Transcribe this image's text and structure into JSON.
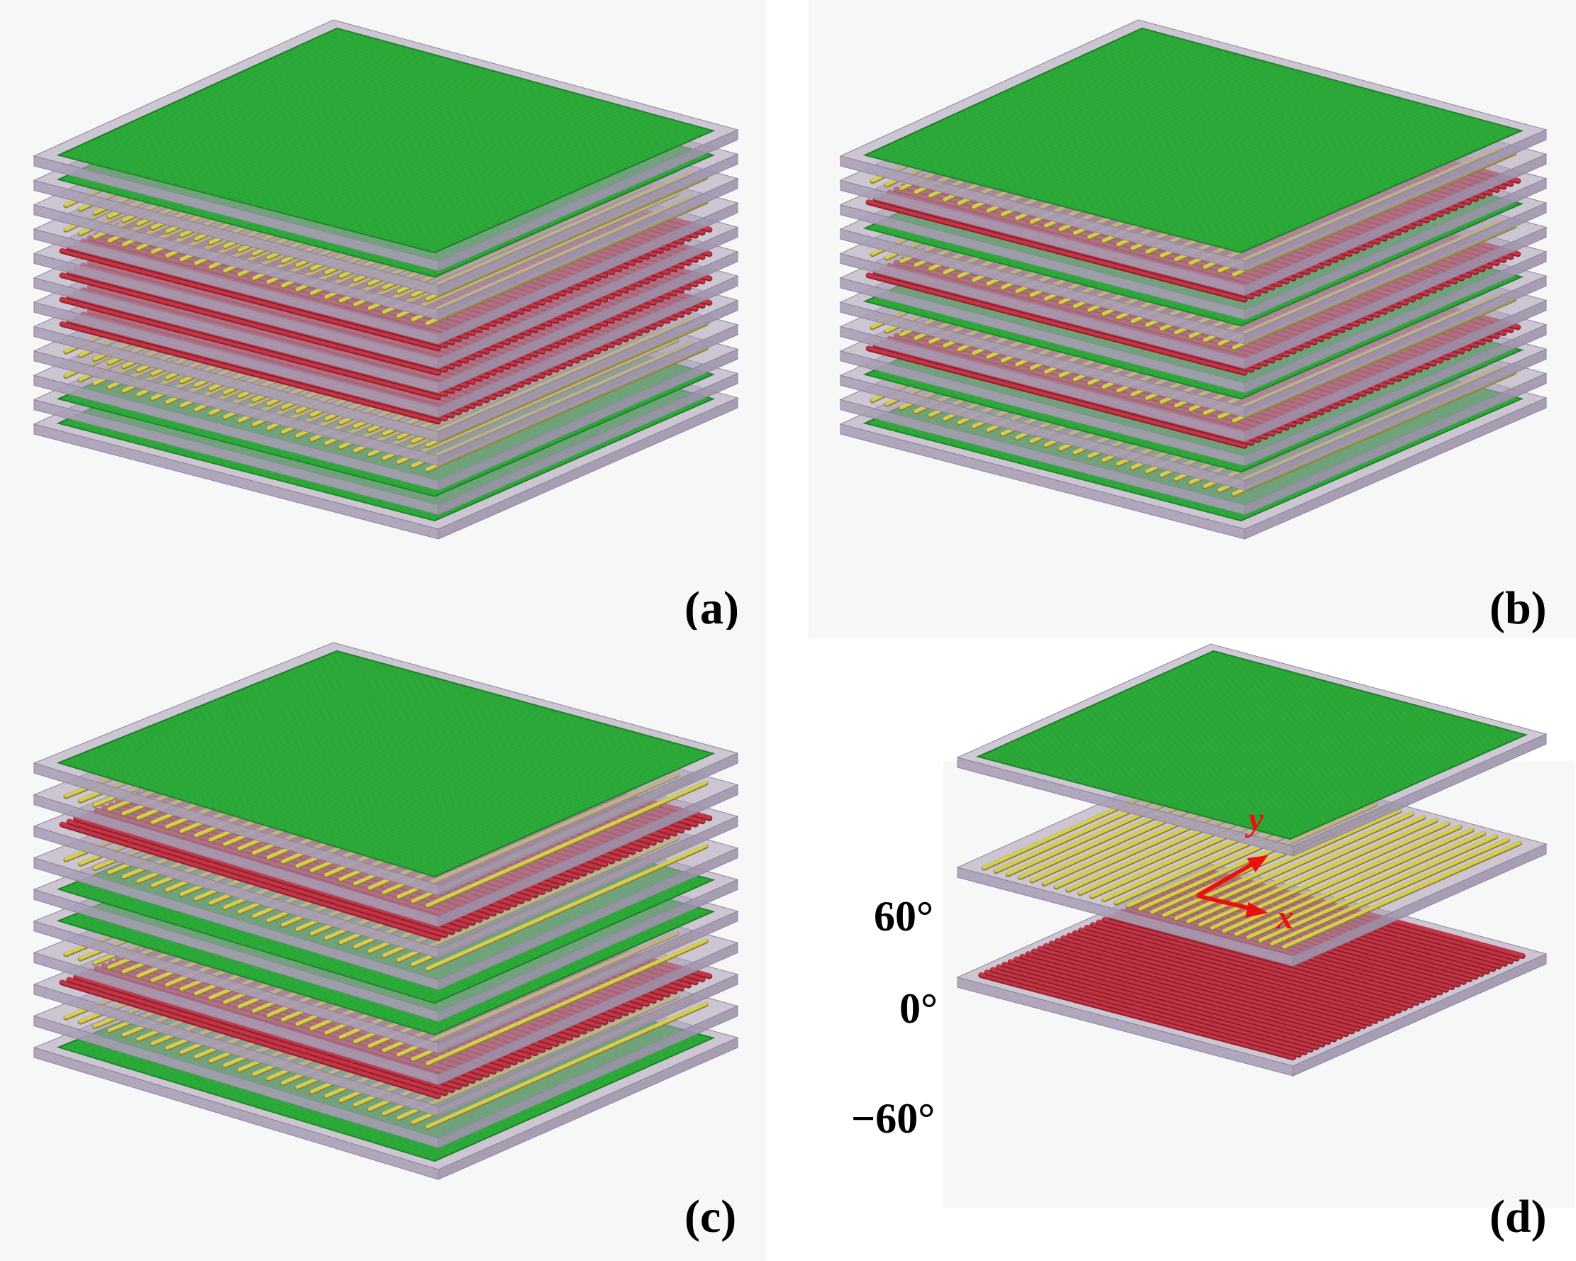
{
  "panels": [
    {
      "label": "(a)",
      "stack": [
        "green",
        "green",
        "yellow",
        "yellow",
        "red",
        "red",
        "red",
        "red",
        "yellow",
        "yellow",
        "green",
        "green"
      ]
    },
    {
      "label": "(b)",
      "stack": [
        "green",
        "yellow",
        "red",
        "green",
        "yellow",
        "red",
        "green",
        "yellow",
        "red",
        "green",
        "yellow",
        "green"
      ]
    },
    {
      "label": "(c)",
      "stack": [
        "green",
        "yellow",
        "red",
        "yellow",
        "green",
        "green",
        "yellow",
        "red",
        "yellow",
        "green"
      ]
    },
    {
      "label": "(d)",
      "stack": [
        "green",
        "yellow",
        "red"
      ]
    }
  ],
  "ply_angles": [
    "60°",
    "0°",
    "−60°"
  ],
  "axes": {
    "x": "x",
    "y": "y"
  },
  "colors": {
    "green": "#2eaf3a",
    "yellow": "#d6cc52",
    "red": "#c23545",
    "plate": "#a99db5",
    "background": "#f7f7f7",
    "axis_arrow": "#e8110f"
  }
}
